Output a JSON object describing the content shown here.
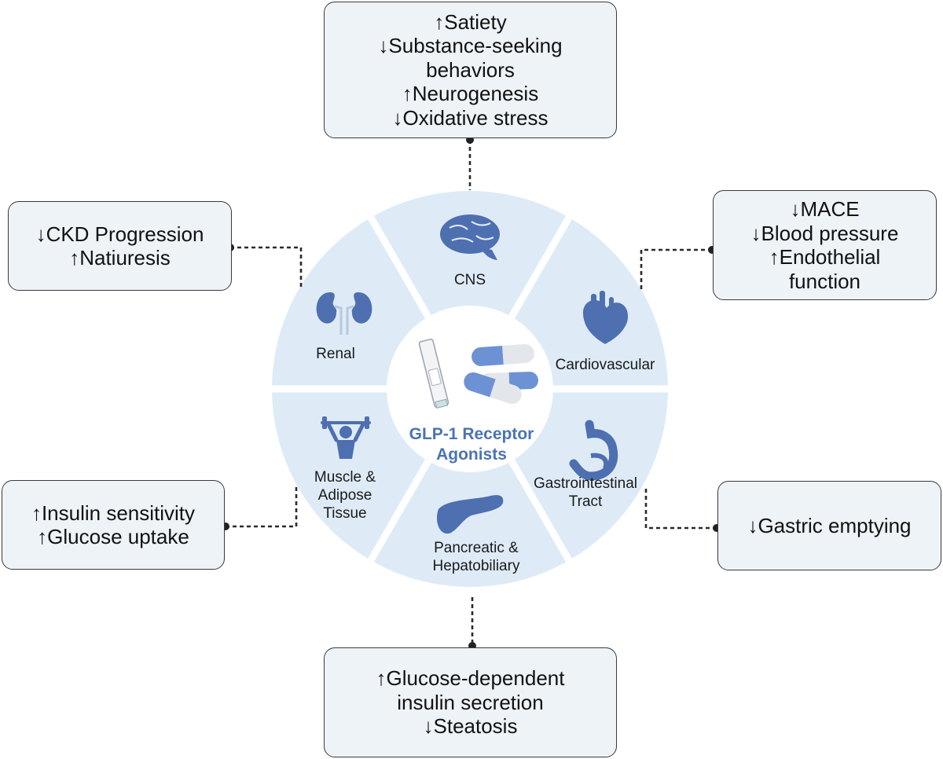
{
  "center": {
    "title_line1": "GLP-1 Receptor",
    "title_line2": "Agonists"
  },
  "segments": {
    "cns": {
      "label": "CNS"
    },
    "cardiovascular": {
      "label": "Cardiovascular"
    },
    "gastrointestinal": {
      "label_line1": "Gastrointestinal",
      "label_line2": "Tract"
    },
    "pancreatic": {
      "label_line1": "Pancreatic &",
      "label_line2": "Hepatobiliary"
    },
    "muscle": {
      "label_line1": "Muscle &",
      "label_line2": "Adipose",
      "label_line3": "Tissue"
    },
    "renal": {
      "label": "Renal"
    }
  },
  "effects": {
    "cns": [
      "↑Satiety",
      "↓Substance-seeking",
      "behaviors",
      "↑Neurogenesis",
      "↓Oxidative stress"
    ],
    "cardiovascular": [
      "↓MACE",
      "↓Blood pressure",
      "↑Endothelial",
      "function"
    ],
    "gastrointestinal": [
      "↓Gastric emptying"
    ],
    "pancreatic": [
      "↑Glucose-dependent",
      "insulin secretion",
      "↓Steatosis"
    ],
    "muscle": [
      "↑Insulin sensitivity",
      "↑Glucose uptake"
    ],
    "renal": [
      "↓CKD Progression",
      "↑Natiuresis"
    ]
  },
  "colors": {
    "segment_fill": "#deebf7",
    "box_fill": "#eef3f8",
    "icon_fill": "#4e6fb0",
    "center_text": "#4a74b4",
    "connector": "#2a2a2a"
  }
}
